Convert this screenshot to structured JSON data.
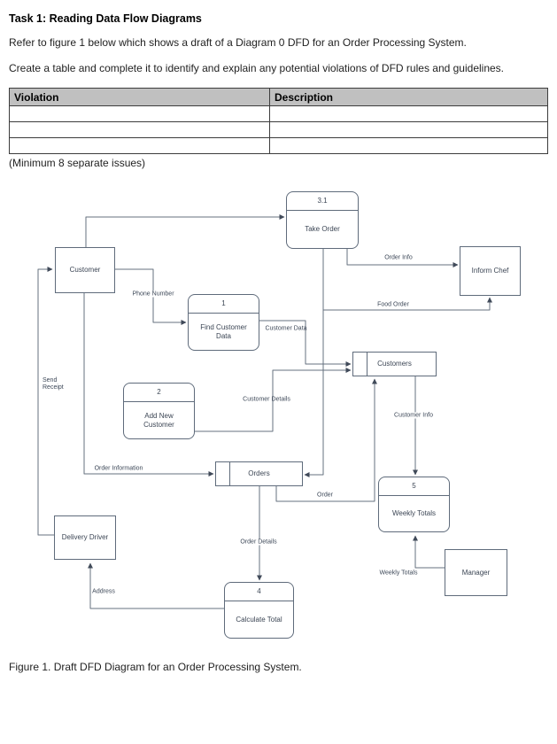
{
  "document": {
    "title": "Task 1: Reading Data Flow Diagrams",
    "paragraph1": "Refer to figure 1 below which shows a draft of a Diagram 0 DFD for an Order Processing System.",
    "paragraph2": "Create a table and complete it to identify and explain any potential violations of DFD rules and guidelines.",
    "note": "(Minimum 8 separate issues)",
    "caption": "Figure 1. Draft DFD Diagram for an Order Processing System."
  },
  "table": {
    "headers": [
      "Violation",
      "Description"
    ],
    "header_bg": "#c0c0c0",
    "rows": [
      [
        "",
        ""
      ],
      [
        "",
        ""
      ],
      [
        "",
        ""
      ]
    ]
  },
  "diagram": {
    "stroke_color": "#5f6b7b",
    "text_color": "#3b4554",
    "processes": [
      {
        "number": "3.1",
        "label": "Take Order"
      },
      {
        "number": "1",
        "label": "Find Customer Data"
      },
      {
        "number": "2",
        "label": "Add New Customer"
      },
      {
        "number": "5",
        "label": "Weekly Totals"
      },
      {
        "number": "4",
        "label": "Calculate Total"
      }
    ],
    "entities": [
      {
        "label": "Customer"
      },
      {
        "label": "Inform Chef"
      },
      {
        "label": "Delivery Driver"
      },
      {
        "label": "Manager"
      }
    ],
    "stores": [
      {
        "label": "Customers"
      },
      {
        "label": "Orders"
      }
    ],
    "flows": [
      {
        "label": "Order Info"
      },
      {
        "label": "Food Order"
      },
      {
        "label": "Phone Number"
      },
      {
        "label": "Customer Data"
      },
      {
        "label": "Customer Details"
      },
      {
        "label": "Order Information"
      },
      {
        "label": "Order"
      },
      {
        "label": "Order Details"
      },
      {
        "label": "Customer Info"
      },
      {
        "label": "Weekly Totals"
      },
      {
        "label": "Address"
      },
      {
        "label": "Send Receipt"
      }
    ]
  }
}
